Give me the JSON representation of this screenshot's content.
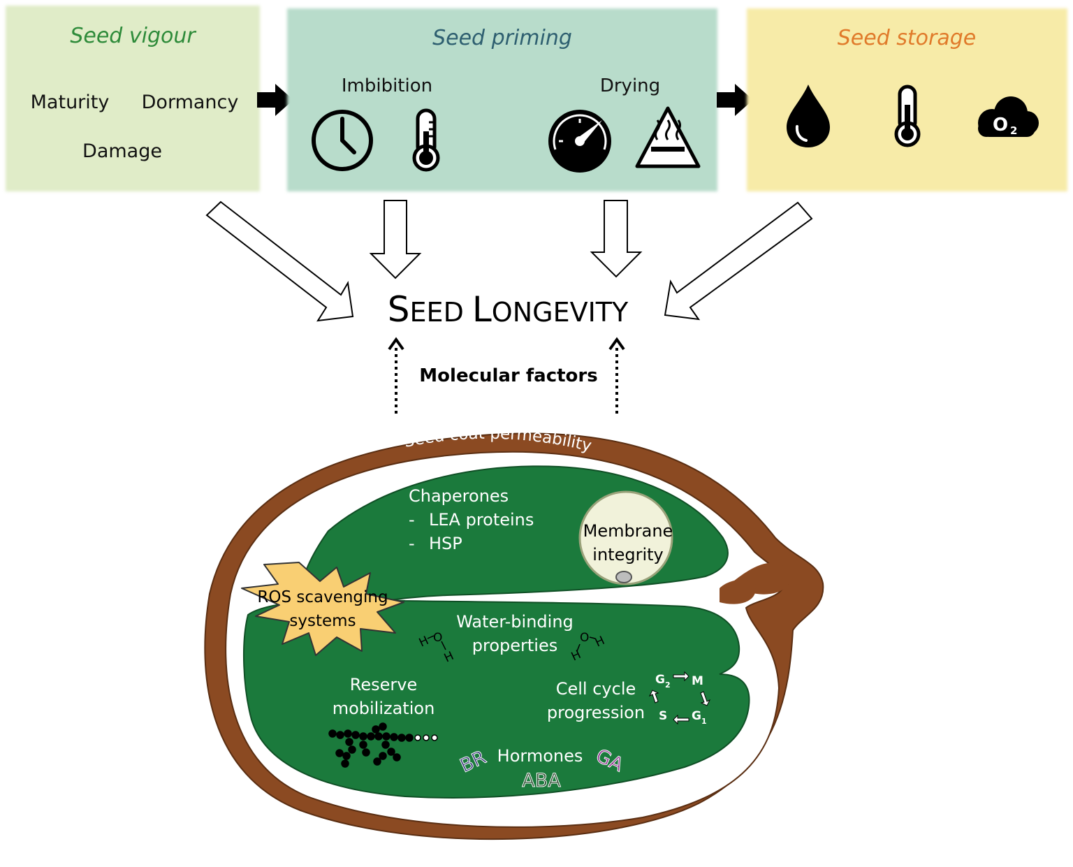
{
  "colors": {
    "vigour_bg": "#e0ecc8",
    "vigour_title": "#2e8b3a",
    "priming_bg": "#b8dccb",
    "priming_title": "#2e5f70",
    "storage_bg": "#f7eba8",
    "storage_title": "#e07a2a",
    "seed_coat": "#8b4a22",
    "embryo": "#1b7a3c",
    "burst": "#f9cf73",
    "membrane": "#f1f2da"
  },
  "boxes": {
    "vigour": {
      "title": "Seed vigour",
      "items": [
        "Maturity",
        "Dormancy",
        "Damage"
      ]
    },
    "priming": {
      "title": "Seed priming",
      "imbibition": "Imbibition",
      "drying": "Drying"
    },
    "storage": {
      "title": "Seed storage",
      "o2_label": "O",
      "o2_sub": "2"
    }
  },
  "icons": [
    "clock-icon",
    "thermometer-icon",
    "speed-gauge-icon",
    "heat-warning-icon",
    "water-drop-icon",
    "oxygen-cloud-icon"
  ],
  "center": {
    "title_first_initial": "S",
    "title_first_rest": "EED",
    "title_second_initial": "L",
    "title_second_rest": "ONGEVITY",
    "molecular": "Molecular factors"
  },
  "seed": {
    "coat": "Seed coat permeability",
    "chaperones": "Chaperones",
    "lea": "LEA proteins",
    "hsp": "HSP",
    "dash": "-",
    "membrane_1": "Membrane",
    "membrane_2": "integrity",
    "ros_1": "ROS scavenging",
    "ros_2": "systems",
    "water_1": "Water-binding",
    "water_2": "properties",
    "reserve_1": "Reserve",
    "reserve_2": "mobilization",
    "cell_1": "Cell cycle",
    "cell_2": "progression",
    "hormones": "Hormones",
    "br": "BR",
    "ga": "GA",
    "aba": "ABA",
    "g2": "G",
    "g2_sub": "2",
    "m": "M",
    "g1": "G",
    "g1_sub": "1",
    "s": "S",
    "h": "H",
    "o": "O"
  }
}
